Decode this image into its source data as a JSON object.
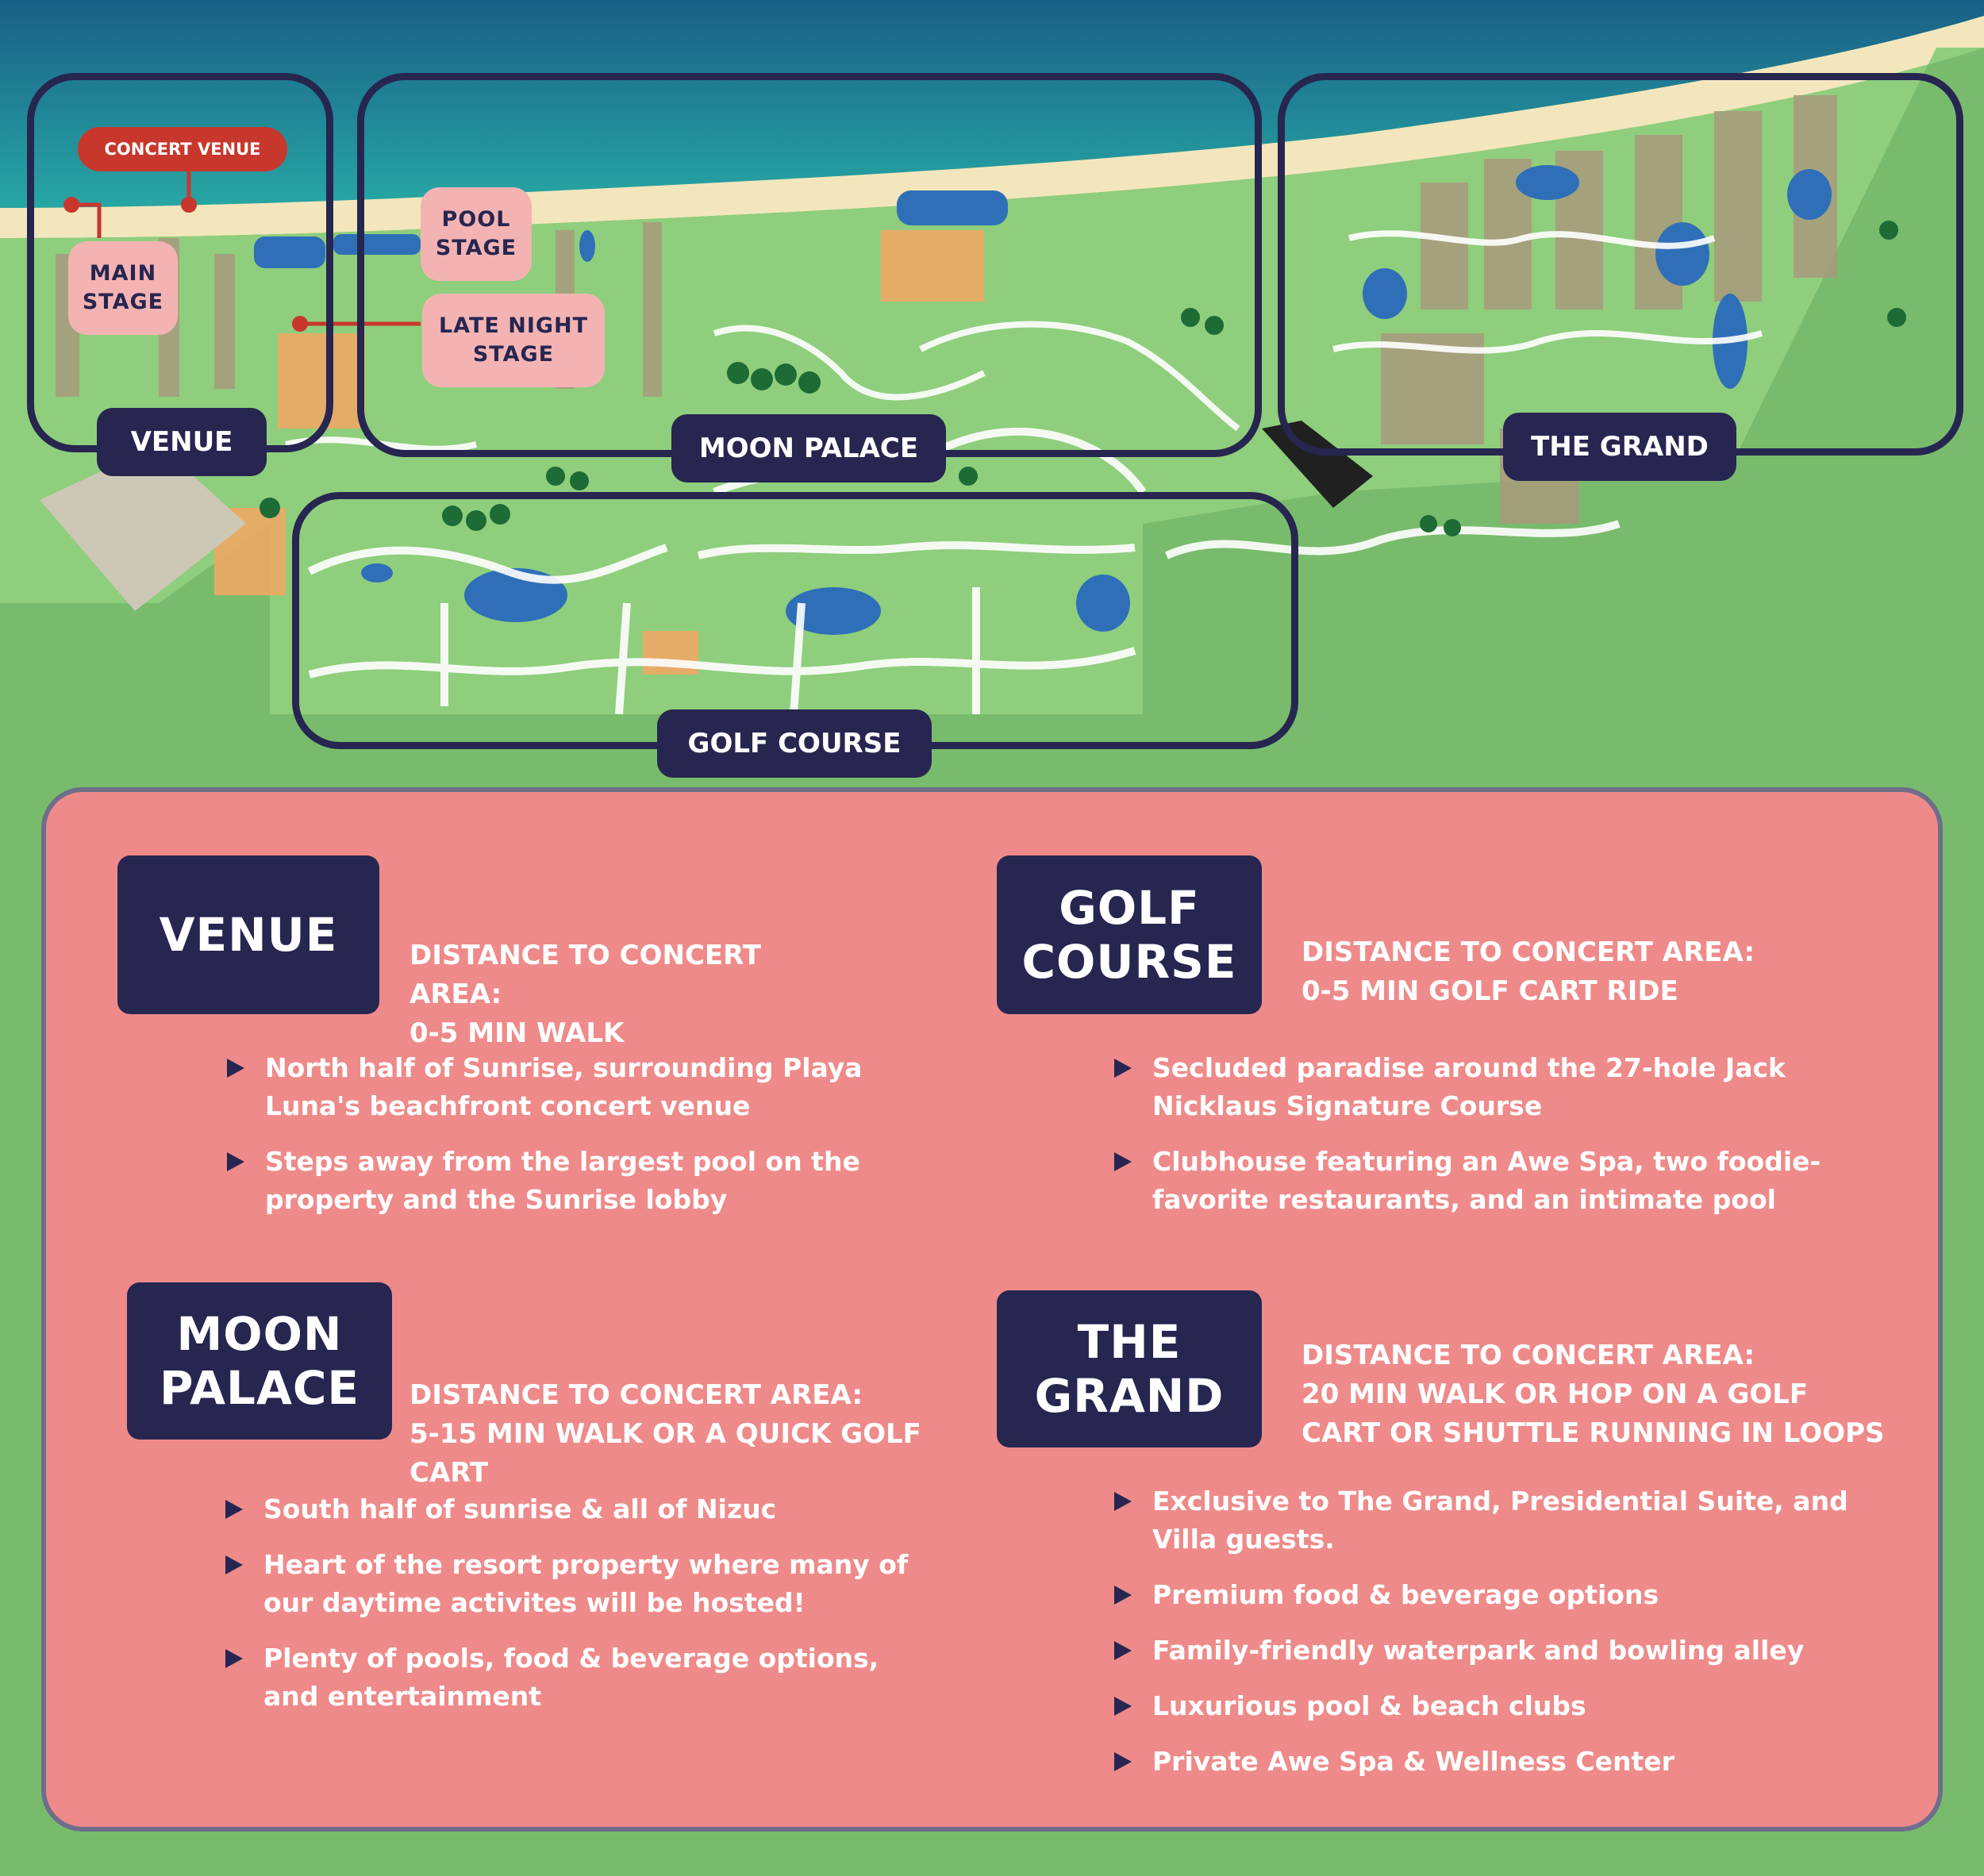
{
  "map": {
    "concert_venue_label": "CONCERT VENUE",
    "stages": [
      {
        "label": "MAIN\nSTAGE"
      },
      {
        "label": "POOL\nSTAGE"
      },
      {
        "label": "LATE NIGHT\nSTAGE"
      }
    ],
    "zones": [
      {
        "label": "VENUE"
      },
      {
        "label": "MOON PALACE"
      },
      {
        "label": "THE GRAND"
      },
      {
        "label": "GOLF COURSE"
      }
    ],
    "colors": {
      "ocean": "#1c8a9a",
      "sand": "#f3e6bd",
      "grass": "#79bb6c",
      "navy": "#262650",
      "pool": "#2f6fb8",
      "stage_pink": "#f4b3b3",
      "callout_red": "#c8372c"
    }
  },
  "panel": {
    "sections": [
      {
        "title": "VENUE",
        "distance": [
          "DISTANCE TO CONCERT AREA:",
          "0-5 MIN WALK"
        ],
        "bullets": [
          "North half of Sunrise, surrounding Playa Luna's beachfront concert venue",
          "Steps away from the largest pool on the property and the Sunrise lobby"
        ]
      },
      {
        "title": "GOLF\nCOURSE",
        "distance": [
          "DISTANCE TO CONCERT AREA:",
          "0-5 MIN GOLF CART RIDE"
        ],
        "bullets": [
          "Secluded paradise around the 27-hole Jack Nicklaus Signature Course",
          "Clubhouse featuring an Awe Spa, two foodie-favorite restaurants, and an intimate pool"
        ]
      },
      {
        "title": "MOON\nPALACE",
        "distance": [
          "DISTANCE TO CONCERT AREA:",
          "5-15 MIN WALK OR A QUICK GOLF CART"
        ],
        "bullets": [
          "South half of sunrise & all of Nizuc",
          "Heart of the resort property where many of our daytime activites will be hosted!",
          "Plenty of pools, food & beverage options, and entertainment"
        ]
      },
      {
        "title": "THE\nGRAND",
        "distance": [
          "DISTANCE TO CONCERT AREA:",
          "20 MIN WALK OR HOP ON A GOLF",
          "CART OR SHUTTLE RUNNING IN LOOPS"
        ],
        "bullets": [
          "Exclusive to The Grand, Presidential Suite, and Villa guests.",
          "Premium food & beverage options",
          "Family-friendly waterpark and bowling alley",
          "Luxurious pool & beach clubs",
          "Private Awe Spa & Wellness Center"
        ]
      }
    ]
  }
}
